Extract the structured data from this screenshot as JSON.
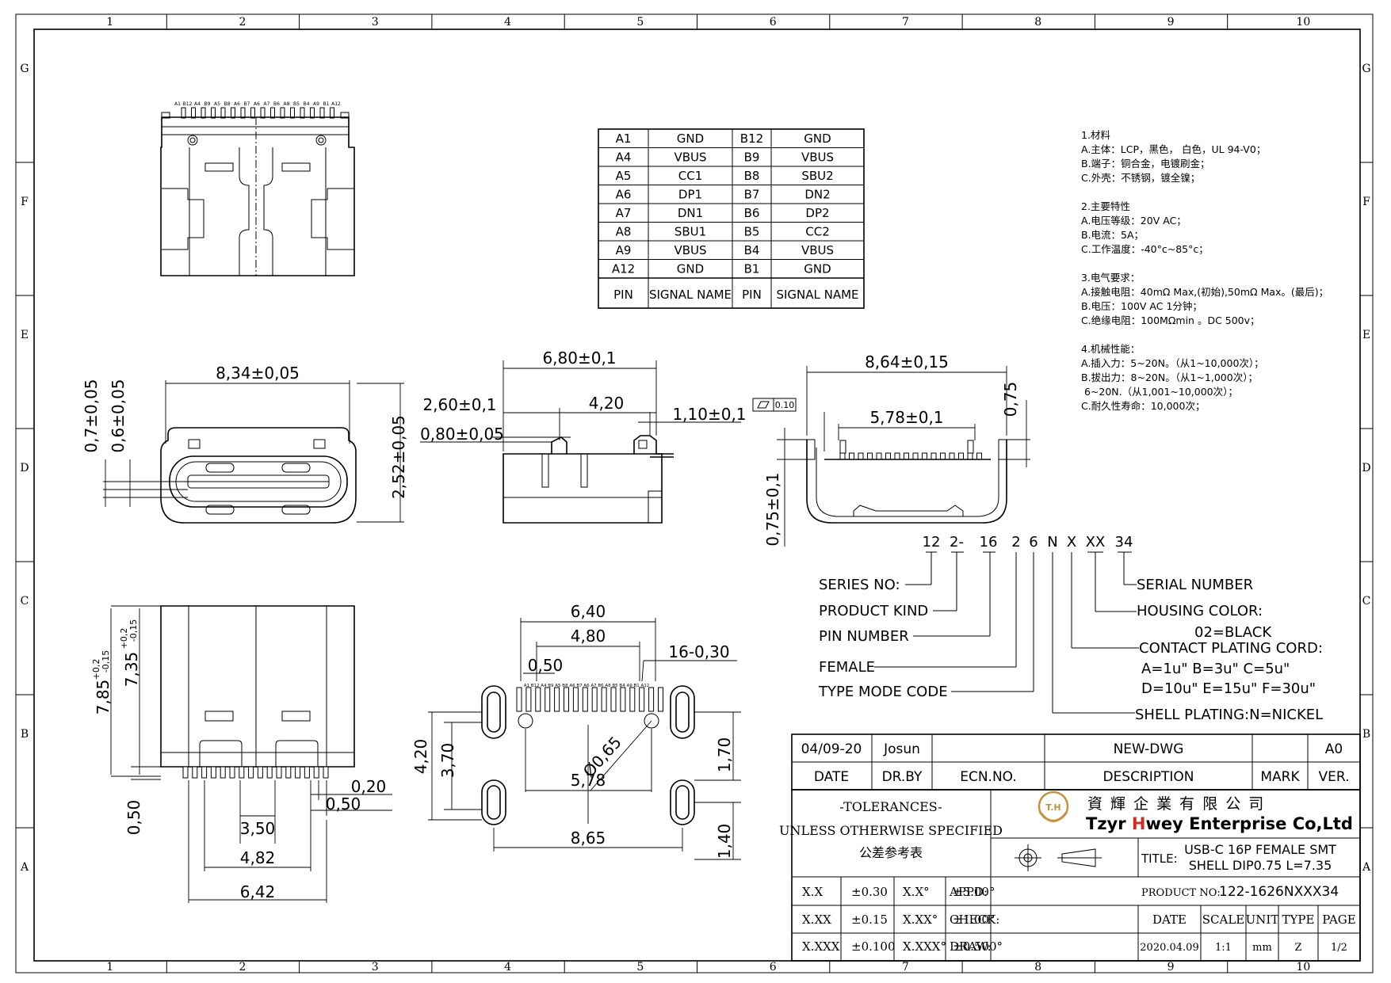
{
  "grid": {
    "columns": [
      "1",
      "2",
      "3",
      "4",
      "5",
      "6",
      "7",
      "8",
      "9",
      "10"
    ],
    "rows": [
      "G",
      "F",
      "E",
      "D",
      "C",
      "B",
      "A"
    ]
  },
  "top_view": {
    "pin_labels": [
      "A1",
      "B12",
      "A4",
      "B9",
      "A5",
      "B8",
      "A6",
      "B7",
      "A6",
      "A7",
      "B6",
      "A8",
      "B5",
      "B4",
      "A9",
      "B1",
      "A12"
    ]
  },
  "pin_table": {
    "rows": [
      [
        "A1",
        "GND",
        "B12",
        "GND"
      ],
      [
        "A4",
        "VBUS",
        "B9",
        "VBUS"
      ],
      [
        "A5",
        "CC1",
        "B8",
        "SBU2"
      ],
      [
        "A6",
        "DP1",
        "B7",
        "DN2"
      ],
      [
        "A7",
        "DN1",
        "B6",
        "DP2"
      ],
      [
        "A8",
        "SBU1",
        "B5",
        "CC2"
      ],
      [
        "A9",
        "VBUS",
        "B4",
        "VBUS"
      ],
      [
        "A12",
        "GND",
        "B1",
        "GND"
      ]
    ],
    "header": [
      "PIN",
      "SIGNAL NAME",
      "PIN",
      "SIGNAL NAME"
    ]
  },
  "spec_notes": [
    "1.材料",
    "A.主体：LCP，黑色，  白色，UL 94-V0；",
    "B.端子：铜合金，电镀刷金；",
    "C.外壳：不锈钢，镀全镍；",
    "",
    "2.主要特性",
    "A.电压等级：20V AC；",
    "B.电流：5A；",
    "C.工作温度：-40°c~85°c；",
    "",
    "3.电气要求：",
    "A.接触电阻：40mΩ Max,(初始),50mΩ Max。(最后)；",
    "B.电压：100V AC 1分钟；",
    "C.绝缘电阻：100MΩmin 。DC 500v；",
    "",
    "4.机械性能：",
    "A.插入力：5~20N。（从1~10,000次）；",
    "B.拔出力：8~20N。（从1~1,000次）；",
    "   6~20N.（从1,001~10,000次）；",
    "C.耐久性寿命：10,000次；"
  ],
  "front_view": {
    "width": "8,34±0,05",
    "v1": "0,7±0,05",
    "v2": "0,6±0,05",
    "height": "2,52±0,05"
  },
  "side_view": {
    "length": "6,80±0,1",
    "d1": "2,60±0,1",
    "d2": "4,20",
    "d3": "1,10±0,1",
    "d4": "0,80±0,05"
  },
  "end_view": {
    "width": "8,64±0,15",
    "pitch_span": "5,78±0,1",
    "tolerance_box": "0.10",
    "right": "0,75",
    "bottom": "0,75±0,1"
  },
  "bottom_view": {
    "h1": "7,85",
    "h1_tol_upper": "+0,2",
    "h1_tol_lower": "-0,15",
    "h2": "7,35",
    "h2_tol_upper": "+0,2",
    "h2_tol_lower": "-0,15",
    "d_050": "0,50",
    "d_020": "0,20",
    "d_050b": "0,50",
    "d_350": "3,50",
    "d_482": "4,82",
    "d_642": "6,42"
  },
  "footprint": {
    "d640": "6,40",
    "d480": "4,80",
    "d050": "0,50",
    "pads": "16-0,30",
    "d420": "4,20",
    "d370": "3,70",
    "phi": "Ø0,65",
    "d578": "5,78",
    "d170": "1,70",
    "d865": "8,65",
    "d140": "1,40",
    "pad_labels": "A1 B12 A4 B9 A5 B8 A6 B7 A6 A7 B6 A8 B5 B4 A9 B1 A12"
  },
  "part_number": {
    "segments": [
      "12",
      "2-",
      "16",
      "2",
      "6",
      "N",
      "X",
      "XX",
      "34"
    ],
    "left_labels": [
      "SERIES NO:",
      "PRODUCT KIND",
      "PIN NUMBER",
      "FEMALE",
      "TYPE MODE CODE"
    ],
    "right_labels": {
      "serial": "SERIAL NUMBER",
      "housing": "HOUSING COLOR:",
      "housing_value": "02=BLACK",
      "plating": "CONTACT PLATING CORD:",
      "plating_line1": "A=1u\"  B=3u\"  C=5u\"",
      "plating_line2": "D=10u\" E=15u\" F=30u\"",
      "shell": "SHELL PLATING:N=NICKEL"
    }
  },
  "title_block": {
    "rev_date": "04/09-20",
    "rev_by": "Josun",
    "rev_desc": "NEW-DWG",
    "rev_ver": "A0",
    "hdr_date": "DATE",
    "hdr_drby": "DR.BY",
    "hdr_ecn": "ECN.NO.",
    "hdr_desc": "DESCRIPTION",
    "hdr_mark": "MARK",
    "hdr_ver": "VER.",
    "tol_title": "-TOLERANCES-",
    "tol_sub": "UNLESS OTHERWISE SPECIFIED",
    "tol_cn": "公差参考表",
    "logo_mark": "T.H",
    "company_cn": "資 輝 企 業 有 限 公 司",
    "company_en_1": "Tzyr ",
    "company_en_2": "H",
    "company_en_3": "wey Enterprise Co,Ltd",
    "title_label": "TITLE:",
    "title_line1": "USB-C 16P FEMALE SMT",
    "title_line2": "SHELL DIP0.75 L=7.35",
    "tol_rows": [
      [
        "X.X",
        "±0.30",
        "X.X°",
        "±3.00°"
      ],
      [
        "X.XX",
        "±0.15",
        "X.XX°",
        "±1.00°"
      ],
      [
        "X.XXX",
        "±0.100",
        "X.XXX°",
        "±0.500°"
      ]
    ],
    "appd": "APPD:",
    "check": "CHECK:",
    "draw": "DRAW:",
    "product_no_label": "PRODUCT NO:",
    "product_no": "122-1626NXXX34",
    "meta_headers": [
      "DATE",
      "SCALE",
      "UNIT",
      "TYPE",
      "PAGE"
    ],
    "meta_values": [
      "2020.04.09",
      "1:1",
      "mm",
      "Z",
      "1/2"
    ]
  },
  "colors": {
    "logo_gold": "#c8913a",
    "logo_red": "#d6281f"
  }
}
